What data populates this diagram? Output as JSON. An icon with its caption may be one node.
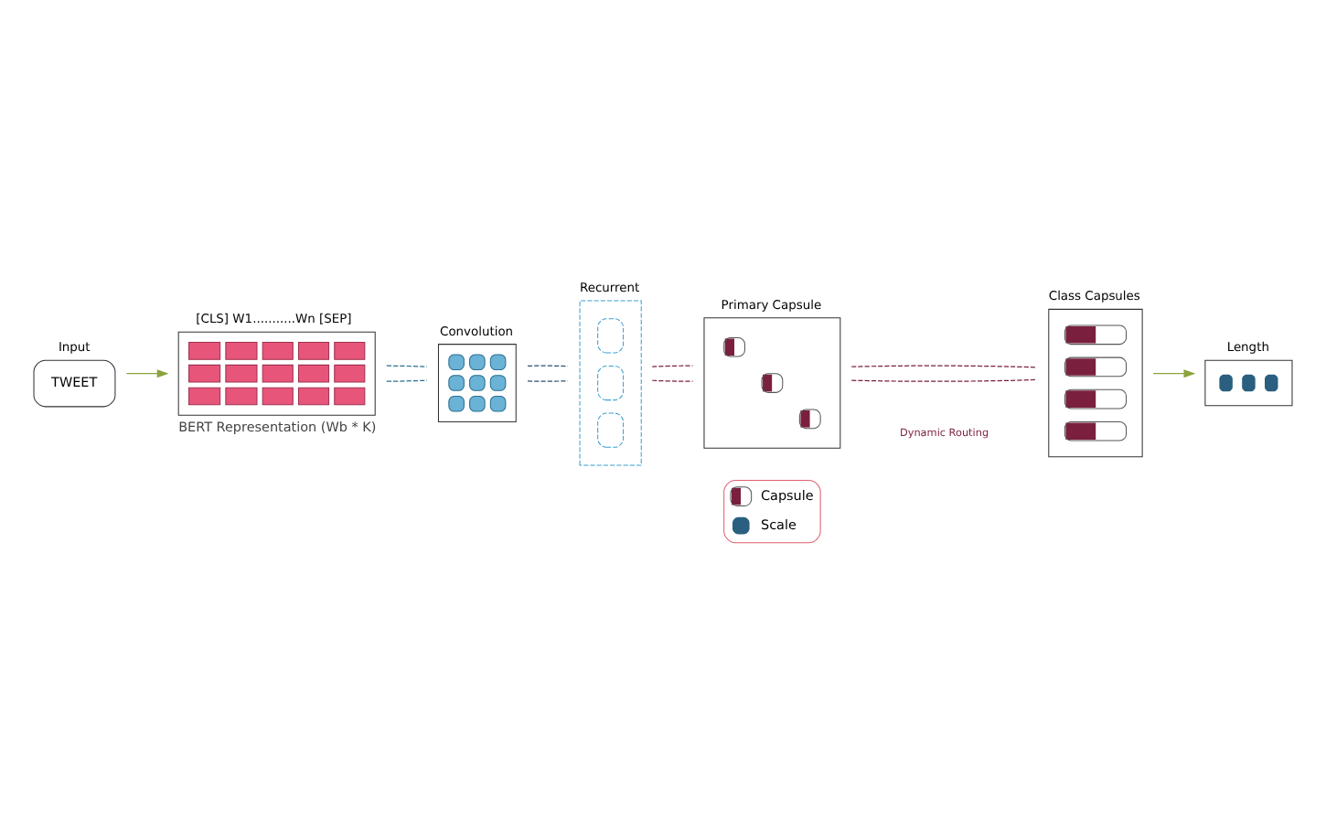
{
  "diagram": {
    "nodes": [
      {
        "text": [
          "Input",
          "TWEET"
        ]
      },
      {
        "text": [
          "[CLS] W1...........Wn [SEP]"
        ],
        "beside": [
          "BERT Representation (Wb * K)"
        ]
      },
      {
        "text": [
          "Convolution"
        ]
      },
      {
        "text": [
          "Recurrent"
        ]
      },
      {
        "text": [
          "Primary Capsule"
        ]
      },
      {
        "text": [
          "Class Capsules"
        ]
      },
      {
        "text": [
          "Length"
        ]
      }
    ],
    "edges": [
      {
        "from": 0,
        "to": 1,
        "arrow": "to",
        "color": "#8aa33a"
      },
      {
        "from": 1,
        "to": 2,
        "arrow": "none",
        "style": "dashed",
        "color": "#2a6f8f"
      },
      {
        "from": 1,
        "to": 2,
        "arrow": "none",
        "style": "dashed",
        "color": "#2a6f8f"
      },
      {
        "from": 2,
        "to": 3,
        "arrow": "none",
        "style": "dashed",
        "color": "#2a4f6f"
      },
      {
        "from": 2,
        "to": 3,
        "arrow": "none",
        "style": "dashed",
        "color": "#2a4f6f"
      },
      {
        "from": 3,
        "to": 4,
        "arrow": "none",
        "style": "dashed",
        "color": "#7a1f3d"
      },
      {
        "from": 3,
        "to": 4,
        "arrow": "none",
        "style": "dashed",
        "color": "#7a1f3d"
      },
      {
        "from": 4,
        "to": 5,
        "arrow": "none",
        "style": "dashed",
        "color": "#7a1f3d"
      },
      {
        "from": 4,
        "to": 5,
        "arrow": "none",
        "style": "dashed",
        "color": "#7a1f3d"
      },
      {
        "from": 5,
        "to": 6,
        "arrow": "to",
        "color": "#8aa33a"
      }
    ],
    "labels": [
      "Dynamic Routing"
    ],
    "legend": [
      {
        "text": "Capsule"
      },
      {
        "text": "Scale"
      }
    ]
  }
}
